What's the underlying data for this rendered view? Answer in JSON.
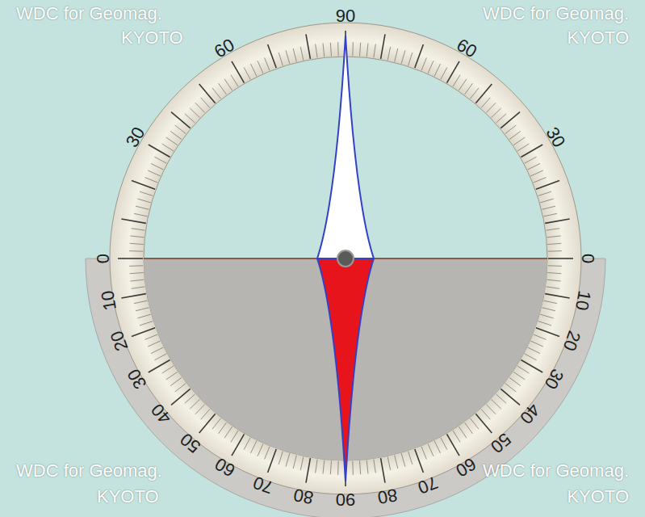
{
  "diagram": {
    "labels": [
      "0",
      "30",
      "60",
      "90",
      "60",
      "30",
      "0",
      "10",
      "20",
      "30",
      "40",
      "50",
      "60",
      "70",
      "80",
      "90",
      "80",
      "70",
      "60",
      "50",
      "40",
      "30",
      "20",
      "10",
      "WDC for Geomag.",
      "KYOTO",
      "WDC for Geomag.",
      "KYOTO",
      "WDC for Geomag.",
      "KYOTO",
      "WDC for Geomag.",
      "KYOTO"
    ]
  }
}
